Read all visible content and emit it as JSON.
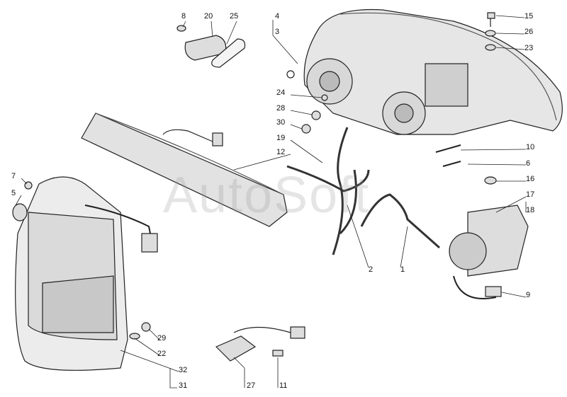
{
  "watermark": "AutoSoft",
  "callouts": {
    "c8": "8",
    "c20": "20",
    "c25": "25",
    "c4": "4",
    "c3": "3",
    "c15": "15",
    "c26": "26",
    "c23": "23",
    "c24": "24",
    "c28": "28",
    "c30": "30",
    "c19": "19",
    "c12": "12",
    "c10": "10",
    "c6": "6",
    "c16": "16",
    "c17": "17",
    "c18": "18",
    "c7": "7",
    "c5": "5",
    "c2": "2",
    "c1": "1",
    "c9": "9",
    "c29": "29",
    "c22": "22",
    "c32": "32",
    "c31": "31",
    "c27": "27",
    "c11": "11"
  }
}
